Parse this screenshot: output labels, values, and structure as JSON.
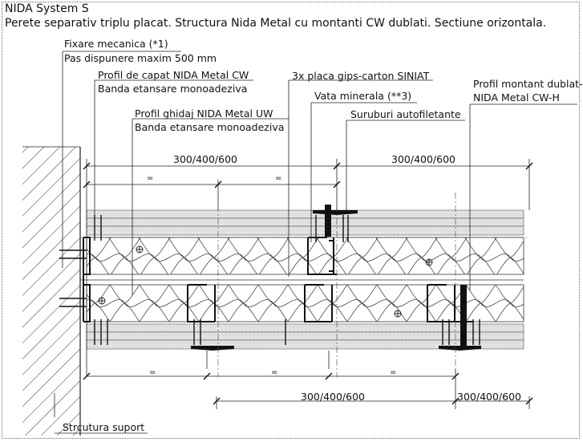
{
  "title": "NIDA System S",
  "subtitle": "Perete separativ triplu placat. Structura Nida Metal cu montanti CW dublati. Sectiune orizontala.",
  "labels": {
    "fixare": "Fixare mecanica (*1)",
    "pas": "Pas dispunere maxim 500 mm",
    "profil_capat": "Profil de capat NIDA Metal CW",
    "banda1": "Banda etansare monoadeziva",
    "profil_ghidaj": "Profil ghidaj NIDA Metal UW",
    "banda2": "Banda etansare monoadeziva",
    "placa": "3x placa gips-carton SINIAT",
    "vata": "Vata minerala (**3)",
    "suruburi": "Suruburi autofiletante",
    "montant1": "Profil montant dublat-",
    "montant2": "NIDA Metal CW-H",
    "structura": "Strcutura suport"
  },
  "dimensions": {
    "top_left": "300/400/600",
    "top_right": "300/400/600",
    "bottom_mid": "300/400/600",
    "bottom_right": "300/400/600",
    "equal": "="
  }
}
